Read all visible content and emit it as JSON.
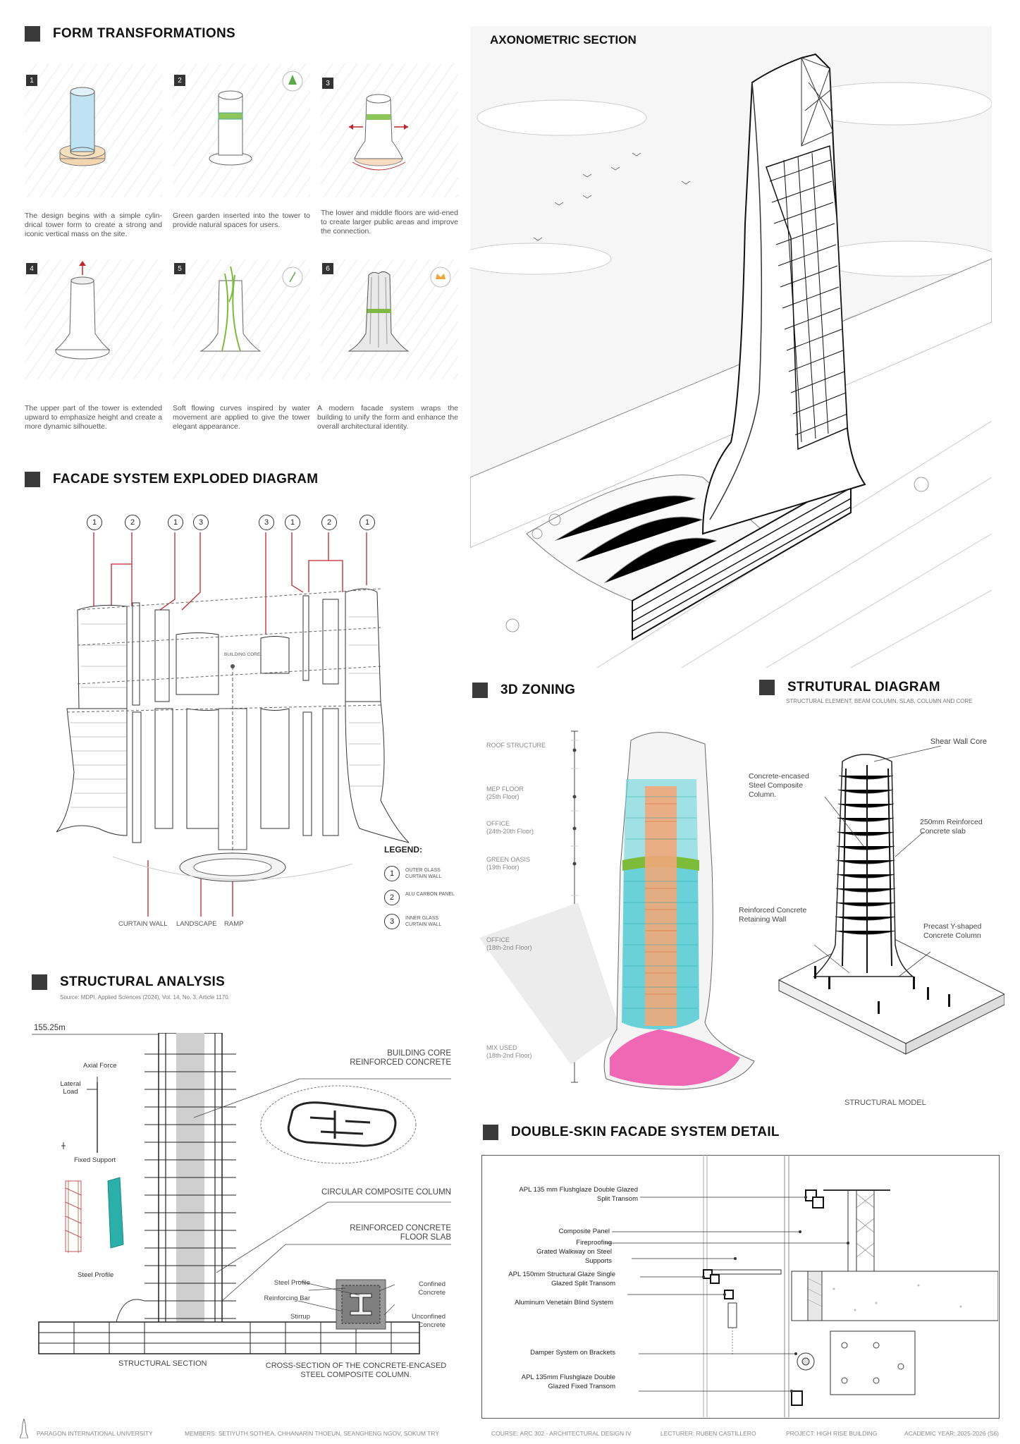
{
  "form": {
    "title": "FORM TRANSFORMATIONS",
    "steps": [
      {
        "n": "1",
        "text": "The design begins with a simple cylin-drical tower form to create a strong and iconic vertical mass on the site."
      },
      {
        "n": "2",
        "text": "Green garden inserted into the tower to provide natural spaces for users."
      },
      {
        "n": "3",
        "text": "The lower and middle floors are wid-ened to create larger public areas and improve the connection."
      },
      {
        "n": "4",
        "text": "The upper part of the tower is extended upward to emphasize height and create a more dynamic silhouette."
      },
      {
        "n": "5",
        "text": "Soft flowing curves inspired by water movement are applied to give the tower elegant appearance."
      },
      {
        "n": "6",
        "text": "A modern facade system wraps the building to unify the form and enhance the overall architectural identity."
      }
    ]
  },
  "axo": {
    "title": "AXONOMETRIC SECTION"
  },
  "facade": {
    "title": "FACADE SYSTEM EXPLODED DIAGRAM",
    "top_numbers": [
      "1",
      "2",
      "1",
      "3",
      "3",
      "1",
      "2",
      "1"
    ],
    "core_label": "BUILDING CORE",
    "bottom_labels": [
      "CURTAIN WALL",
      "LANDSCAPE",
      "RAMP"
    ],
    "legend_title": "LEGEND:",
    "legend": [
      {
        "n": "1",
        "text": "OUTER GLASS CURTAIN WALL"
      },
      {
        "n": "2",
        "text": "ALU CARBON PANEL"
      },
      {
        "n": "3",
        "text": "INNER GLASS CURTAIN WALL"
      }
    ]
  },
  "zoning": {
    "title": "3D ZONING",
    "zones": [
      {
        "name": "ROOF STRUCTURE",
        "floors": ""
      },
      {
        "name": "MEP FLOOR",
        "floors": "(25th Floor)"
      },
      {
        "name": "OFFICE",
        "floors": "(24th-20th Floor)"
      },
      {
        "name": "GREEN OASIS",
        "floors": "(19th Floor)"
      },
      {
        "name": "OFFICE",
        "floors": "(18th-2nd Floor)"
      },
      {
        "name": "MIX USED",
        "floors": "(18th-2nd Floor)"
      }
    ]
  },
  "structural_diagram": {
    "title": "STRUTURAL DIAGRAM",
    "subtitle": "STRUCTURAL ELEMENT, BEAM COLUMN, SLAB, COLUMN AND CORE",
    "labels": {
      "shear": "Shear Wall Core",
      "column": "Concrete-encased Steel Composite Column.",
      "slab": "250mm Reinforced Concrete slab",
      "retaining": "Reinforced Concrete Retaining Wall",
      "ycol": "Precast Y-shaped Concrete Column"
    },
    "caption": "STRUCTURAL MODEL"
  },
  "analysis": {
    "title": "STRUCTURAL ANALYSIS",
    "source": "Source: MDPI, Applied Sciences (2024), Vol. 14, No. 3, Article 1170.",
    "height": "155.25m",
    "axial": "Axial Force",
    "lateral": "Lateral Load",
    "fixed": "Fixed Support",
    "steel_profile": "Steel Profile",
    "section_caption": "STRUCTURAL SECTION",
    "core_label": "BUILDING CORE REINFORCED CONCRETE",
    "circ_col": "CIRCULAR COMPOSITE COLUMN",
    "floor_slab": "REINFORCED CONCRETE FLOOR SLAB",
    "cs_left": [
      "Steel Profile",
      "Reinforcing Bar",
      "Stirrup"
    ],
    "cs_right": [
      "Confined Concrete",
      "Unconfined Concrete"
    ],
    "cs_caption": "CROSS-SECTION OF THE CONCRETE-ENCASED STEEL COMPOSITE COLUMN."
  },
  "dsf": {
    "title": "DOUBLE-SKIN FACADE SYSTEM DETAIL",
    "labels": [
      "APL 135 mm Flushglaze Double Glazed Split Transom",
      "Composite Panel",
      "Fireproofing",
      "Grated Walkway on Steel Supports",
      "APL 150mm Structural Glaze Single Glazed Split Transom",
      "Aluminum Venetain Blind System",
      "Damper System on Brackets",
      "APL 135mm Flushglaze Double Glazed Fixed Transom"
    ]
  },
  "footer": {
    "university": "PARAGON INTERNATIONAL UNIVERSITY",
    "members": "MEMBERS: SETIYUTH SOTHEA, CHHANARIN THOEUN, SEANGHENG NGOV, SOKUM TRY",
    "course": "COURSE: ARC 302 - ARCHITECTURAL DESIGN IV",
    "lecturer": "LECTURER: RUBEN CASTILLERO",
    "project": "PROJECT: HIGH RISE BUILDING",
    "year": "ACADEMIC YEAR: 2025-2026 (S6)"
  },
  "colors": {
    "accent_red": "#c0272d",
    "green": "#7dbb3a",
    "cyan": "#3ec6cf",
    "pink": "#ee4fa8",
    "orange": "#f1a97a"
  }
}
